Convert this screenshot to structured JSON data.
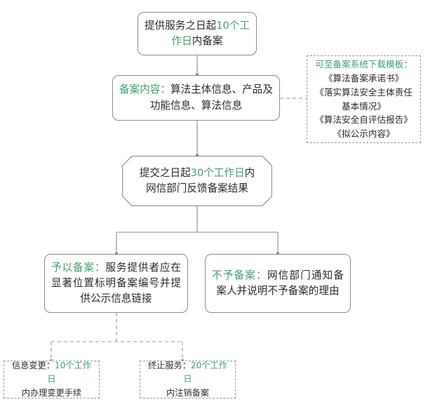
{
  "diagram": {
    "title": "算法备案流程图",
    "accent_color": "#40a06f",
    "text_color": "#2b2b2b",
    "line_color": "#8d8d8d",
    "background": "#ffffff"
  },
  "nodes": {
    "step1": {
      "name": "filing-deadline-box",
      "line1_pre": "提供服务之日起",
      "line1_accent": "10",
      "line2_accent": "个工作日",
      "line2_post": "内备案",
      "full_text": "提供服务之日起10个工作日内备案"
    },
    "step2": {
      "name": "filing-content-box",
      "accent": "备案内容：",
      "rest": "算法主体信息、产品及功能信息、算法信息",
      "full_text": "备案内容：算法主体信息、产品及功能信息、算法信息"
    },
    "note": {
      "name": "template-download-note",
      "heading": "可至备案系统下载模板：",
      "items": [
        "《算法备案承诺书》",
        "《落实算法安全主体责任基本情况》",
        "《算法安全自评估报告》",
        "《拟公示内容》"
      ]
    },
    "step3": {
      "name": "feedback-deadline-box",
      "line1_pre": "提交之日起",
      "line1_accent": "30个工作日",
      "line1_post": "内",
      "line2": "网信部门反馈备案结果",
      "full_text": "提交之日起30个工作日内网信部门反馈备案结果"
    },
    "approved": {
      "name": "approved-outcome-box",
      "accent": "予以备案：",
      "rest": "服务提供者应在显著位置标明备案编号并提供公示信息链接",
      "full_text": "予以备案：服务提供者应在显著位置标明备案编号并提供公示信息链接"
    },
    "rejected": {
      "name": "rejected-outcome-box",
      "accent": "不予备案：",
      "rest": "网信部门通知备案人并说明不予备案的理由",
      "full_text": "不予备案：网信部门通知备案人并说明不予备案的理由"
    },
    "change": {
      "name": "info-change-note",
      "label": "信息变更：",
      "accent": "10个工作日",
      "rest": "内办理变更手续",
      "full_text": "信息变更：10个工作日内办理变更手续"
    },
    "terminate": {
      "name": "terminate-service-note",
      "label": "终止服务：",
      "accent": "20个工作日",
      "rest": "内注销备案",
      "full_text": "终止服务：20个工作日内注销备案"
    }
  }
}
